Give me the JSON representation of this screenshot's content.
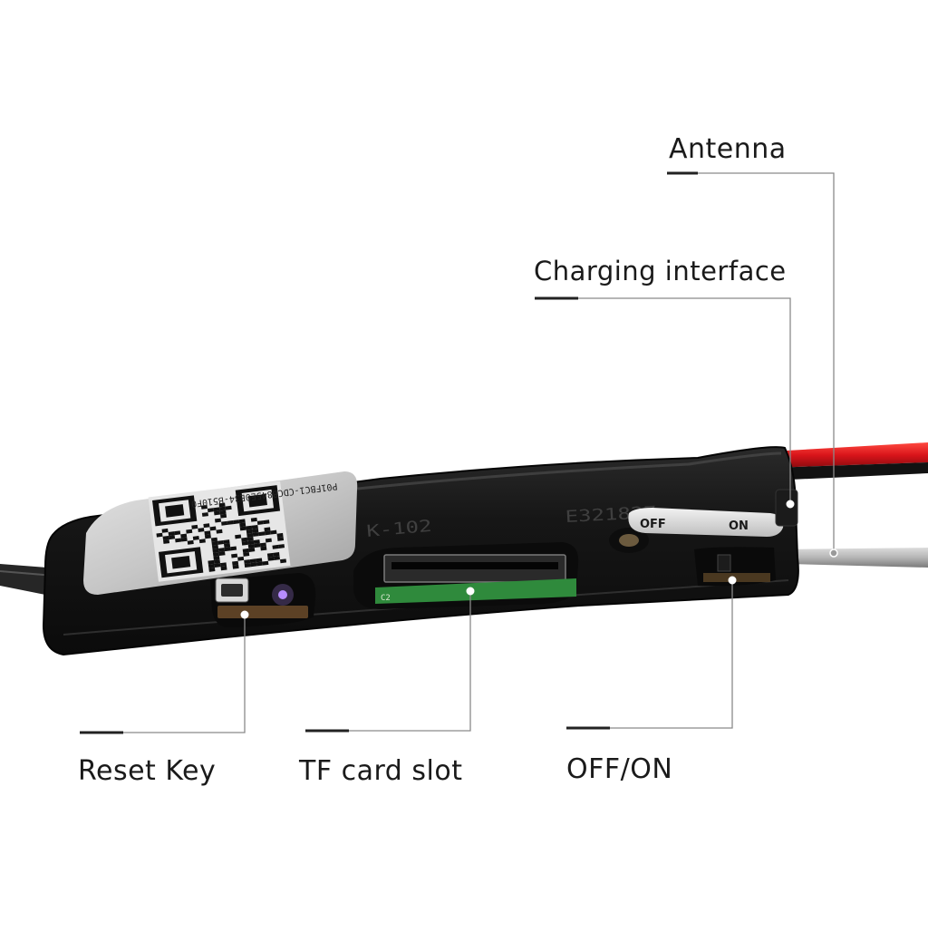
{
  "callouts": {
    "antenna": "Antenna",
    "charging": "Charging interface",
    "reset": "Reset Key",
    "tf": "TF card slot",
    "switch": "OFF/ON"
  },
  "board": {
    "model": "K-102",
    "serial": "E321827",
    "qr_caption": "P01FBC1-CDCB845E0E34-B510F0",
    "slot_marking": "C2",
    "switch_off": "OFF",
    "switch_on": "ON"
  },
  "colors": {
    "body": "#141414",
    "red_wire": "#e0161b",
    "grey_wire": "#b9b9b9",
    "leader": "#8a8a8a",
    "pcb_green": "#2f8a3c",
    "label_silver": "#c9c9c9"
  }
}
